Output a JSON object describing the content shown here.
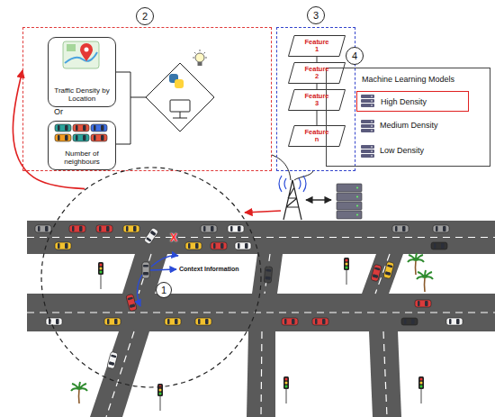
{
  "diagram": {
    "nodes": [
      {
        "text": [
          "2",
          "Or"
        ]
      },
      {
        "text": [
          "Traffic Density by Location"
        ],
        "in": 0
      },
      {
        "text": [
          "Number of neighbours"
        ],
        "in": 0
      },
      {
        "text": [
          "3"
        ]
      },
      {
        "text": [
          "Feature 1"
        ],
        "in": 3
      },
      {
        "text": [
          "Feature 2"
        ],
        "in": 3
      },
      {
        "text": [
          "Feature 3"
        ],
        "in": 3
      },
      {
        "text": [
          "Feature n"
        ],
        "in": 3
      },
      {
        "text": [
          "4",
          "Machine Learning Models"
        ]
      },
      {
        "text": [
          "High Density"
        ],
        "in": 8
      },
      {
        "text": [
          "Context Information",
          "1"
        ]
      }
    ],
    "edges": [
      {
        "from": 4,
        "to": 5,
        "arrow": "none"
      },
      {
        "from": 5,
        "to": 6,
        "arrow": "none"
      },
      {
        "from": 6,
        "to": 7,
        "arrow": "none"
      },
      {
        "from": 10,
        "to": 0,
        "arrow": "to"
      }
    ],
    "labels": [
      "Medium Density",
      "Low Density",
      "X"
    ]
  }
}
